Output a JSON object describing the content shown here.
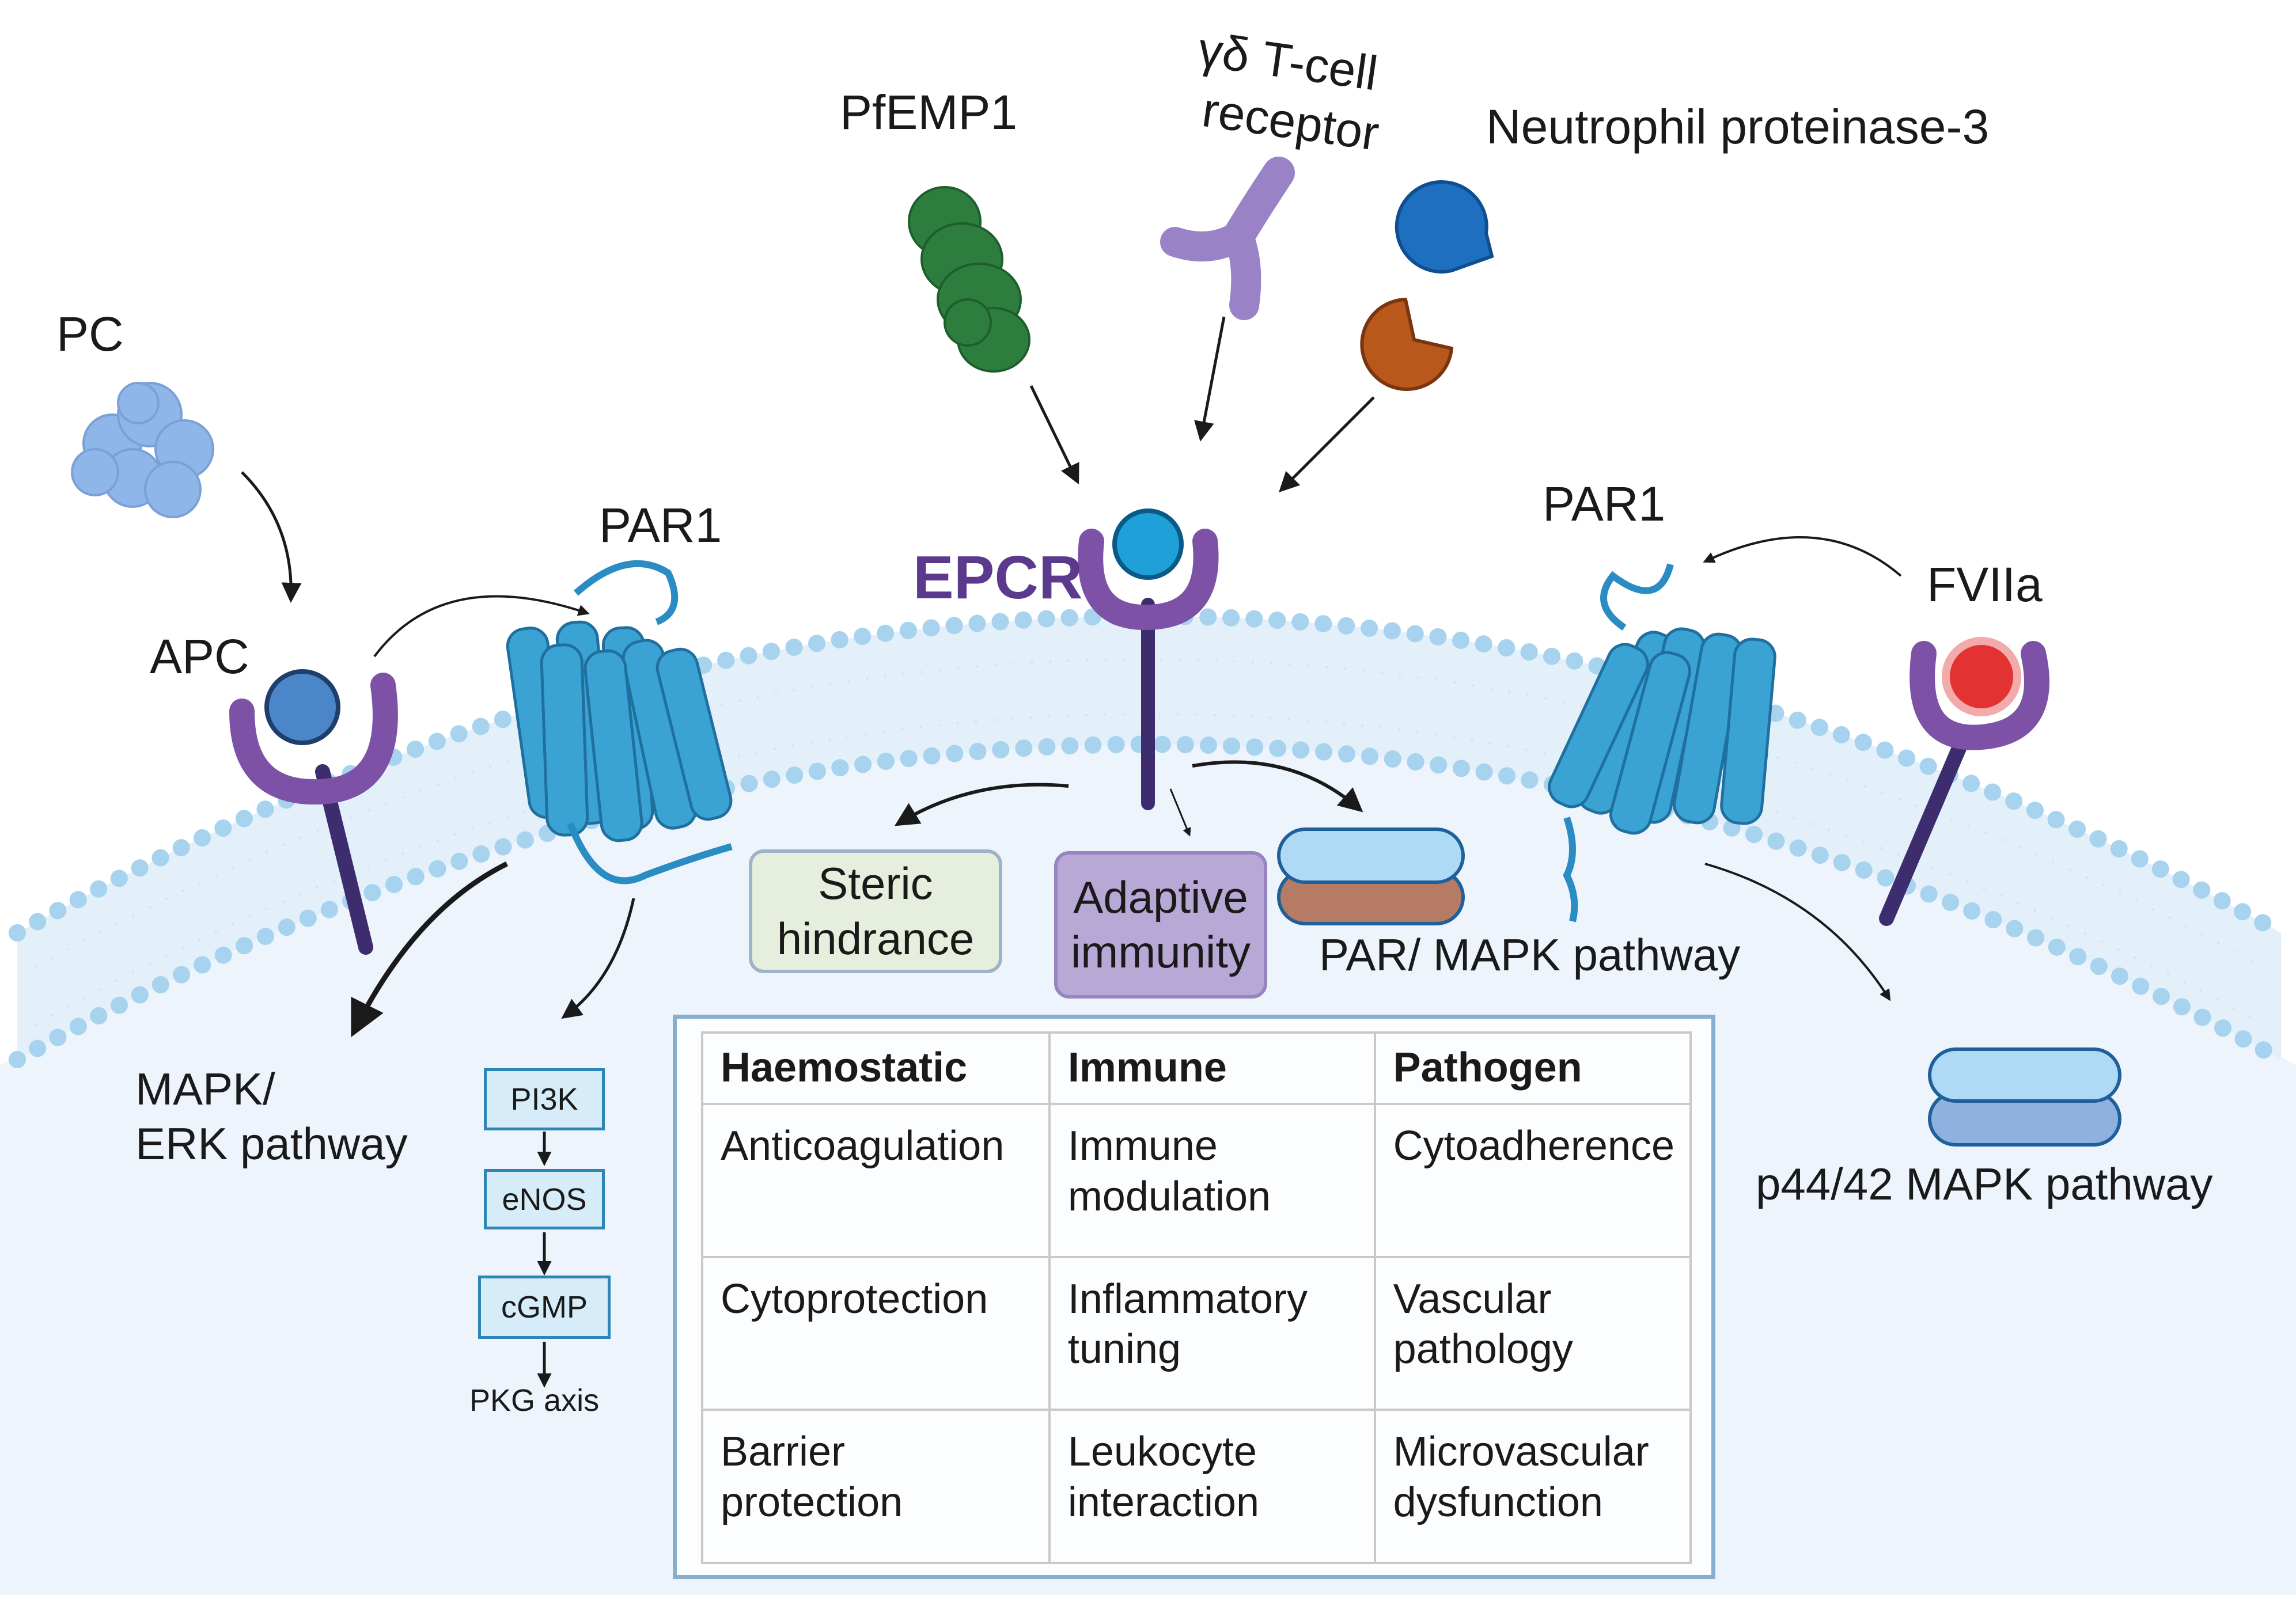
{
  "labels": {
    "pc": "PC",
    "apc": "APC",
    "par1_left": "PAR1",
    "par1_right": "PAR1",
    "pfemp1": "PfEMP1",
    "gd_tcell_line1": "γδ T-cell",
    "gd_tcell_line2": "receptor",
    "neutrophil": "Neutrophil proteinase-3",
    "epcr": "EPCR",
    "fviia": "FVIIa",
    "mapk_erk_line1": "MAPK/",
    "mapk_erk_line2": "ERK pathway",
    "par_mapk": "PAR/ MAPK pathway",
    "p44_42": "p44/42 MAPK pathway"
  },
  "outcomes": {
    "steric": "Steric hindrance",
    "adaptive": "Adaptive immunity"
  },
  "cascade": {
    "steps": [
      "PI3K",
      "eNOS",
      "cGMP"
    ],
    "end": "PKG axis"
  },
  "function_table": {
    "headers": [
      "Haemostatic",
      "Immune",
      "Pathogen"
    ],
    "rows": [
      [
        "Anticoagulation",
        "Immune modulation",
        "Cytoadherence"
      ],
      [
        "Cytoprotection",
        "Inflammatory tuning",
        "Vascular pathology"
      ],
      [
        "Barrier protection",
        "Leukocyte interaction",
        "Microvascular dysfunction"
      ]
    ]
  },
  "colors": {
    "membrane_head": "#a7d3ee",
    "cell_interior": "#edf4fc",
    "par1_blue": "#3aa3d4",
    "receptor_purple": "#7d52a6",
    "stalk_dark": "#3d2d6e",
    "epcr_text": "#5b3a8e",
    "pfemp1_green": "#2d7d3e",
    "tcell_purple": "#9a82c6",
    "pc_blue": "#8fb6e8",
    "neutrophil_blue": "#1f6fc0",
    "neutrophil_brown": "#b8581a",
    "fviia_red": "#e23232",
    "apc_ligand": "#4a86c8",
    "epcr_ligand": "#1fa0d8"
  }
}
